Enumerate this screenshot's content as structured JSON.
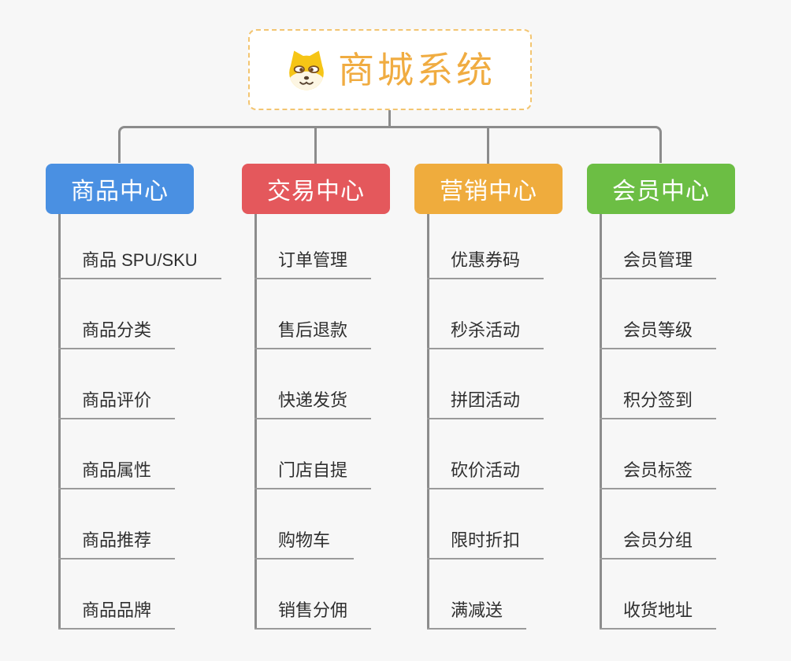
{
  "canvas": {
    "background": "#F7F7F7",
    "connector_color": "#8C8C8C",
    "underline_color": "#9A9A9A"
  },
  "root": {
    "title": "商城系统",
    "icon": "dog-face-icon",
    "text_color": "#F0AC41",
    "border_color": "#F3C571",
    "background": "#FFFFFF"
  },
  "branches": [
    {
      "label": "商品中心",
      "color": "#4A90E2",
      "children": [
        "商品 SPU/SKU",
        "商品分类",
        "商品评价",
        "商品属性",
        "商品推荐",
        "商品品牌"
      ]
    },
    {
      "label": "交易中心",
      "color": "#E4585C",
      "children": [
        "订单管理",
        "售后退款",
        "快递发货",
        "门店自提",
        "购物车",
        "销售分佣"
      ]
    },
    {
      "label": "营销中心",
      "color": "#EFAC3D",
      "children": [
        "优惠券码",
        "秒杀活动",
        "拼团活动",
        "砍价活动",
        "限时折扣",
        "满减送"
      ]
    },
    {
      "label": "会员中心",
      "color": "#6CBE44",
      "children": [
        "会员管理",
        "会员等级",
        "积分签到",
        "会员标签",
        "会员分组",
        "收货地址"
      ]
    }
  ]
}
